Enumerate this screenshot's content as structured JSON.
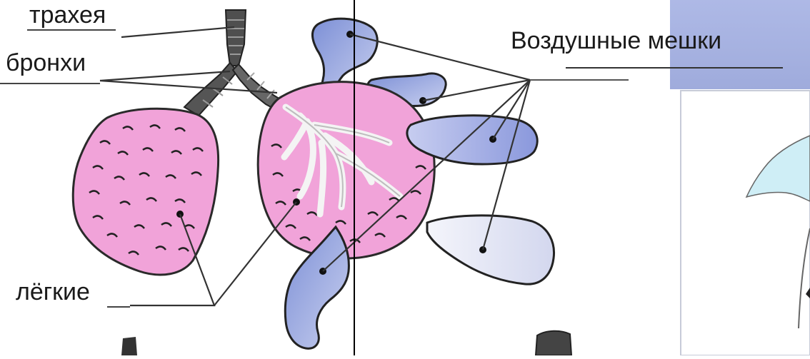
{
  "labels": {
    "trachea": "трахея",
    "bronchi": "бронхи",
    "lungs": "лёгкие",
    "air_sacs": "Воздушные мешки"
  },
  "colors": {
    "lung_fill": "#f1a3d9",
    "lung_stroke": "#333333",
    "sac_blue": "#7c8fd6",
    "sac_light": "#dfe2f4",
    "panel_blue": "#a9b5e3",
    "trachea_gray": "#555555",
    "leader_line": "#333333"
  }
}
